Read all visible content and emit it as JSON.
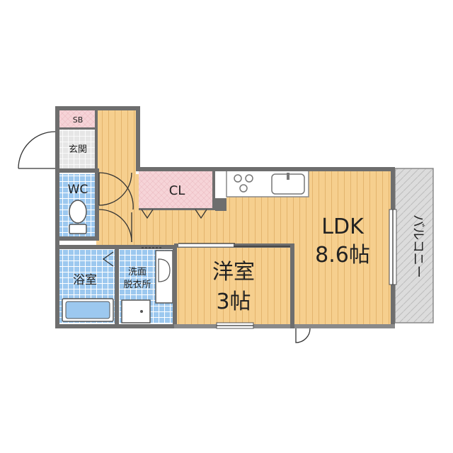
{
  "rooms": {
    "sb": "SB",
    "genkan": "玄関",
    "wc": "WC",
    "cl": "CL",
    "ldk_name": "LDK",
    "ldk_size": "8.6帖",
    "yoshitsu_name": "洋室",
    "yoshitsu_size": "3帖",
    "yokushitsu": "浴室",
    "senmen_line1": "洗面",
    "senmen_line2": "脱衣所",
    "balcony": "バルコニー"
  },
  "colors": {
    "floor_wood": "#f6cf8e",
    "wood_line": "#e3b46d",
    "wall": "#6e6e6e",
    "tile_blue": "#9cc8ef",
    "tile_line": "#ffffff",
    "pink": "#f6d4d8",
    "balcony": "#dcdcdc",
    "entrance": "#e6e6e6"
  }
}
